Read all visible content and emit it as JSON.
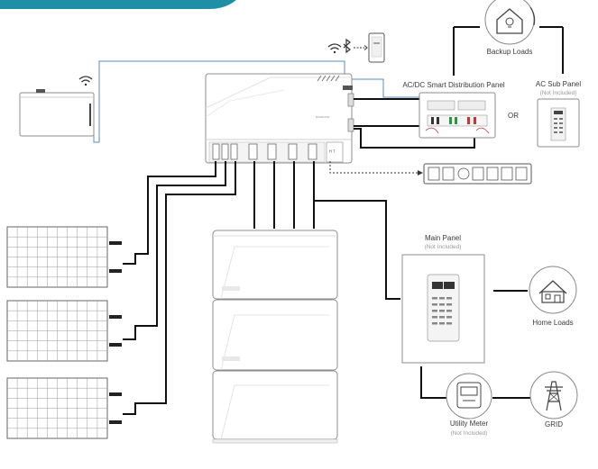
{
  "labels": {
    "backup_loads": "Backup Loads",
    "distribution_panel": "AC/DC Smart Distribution Panel",
    "or_text": "OR",
    "ac_sub_panel": "AC Sub Panel",
    "not_included": "(Not Included)",
    "main_panel": "Main Panel",
    "home_loads": "Home Loads",
    "utility_meter": "Utility Meter",
    "grid": "GRID",
    "brand": "ECOFLOW"
  },
  "colors": {
    "accent": "#1e8fa6",
    "cable": "#111111",
    "data_link": "#5a8bc0",
    "outline": "#8c8c8c"
  },
  "icons": [
    "wifi-icon",
    "bluetooth-icon",
    "phone-icon",
    "home-icon",
    "grid-tower-icon",
    "smart-home-icon"
  ]
}
